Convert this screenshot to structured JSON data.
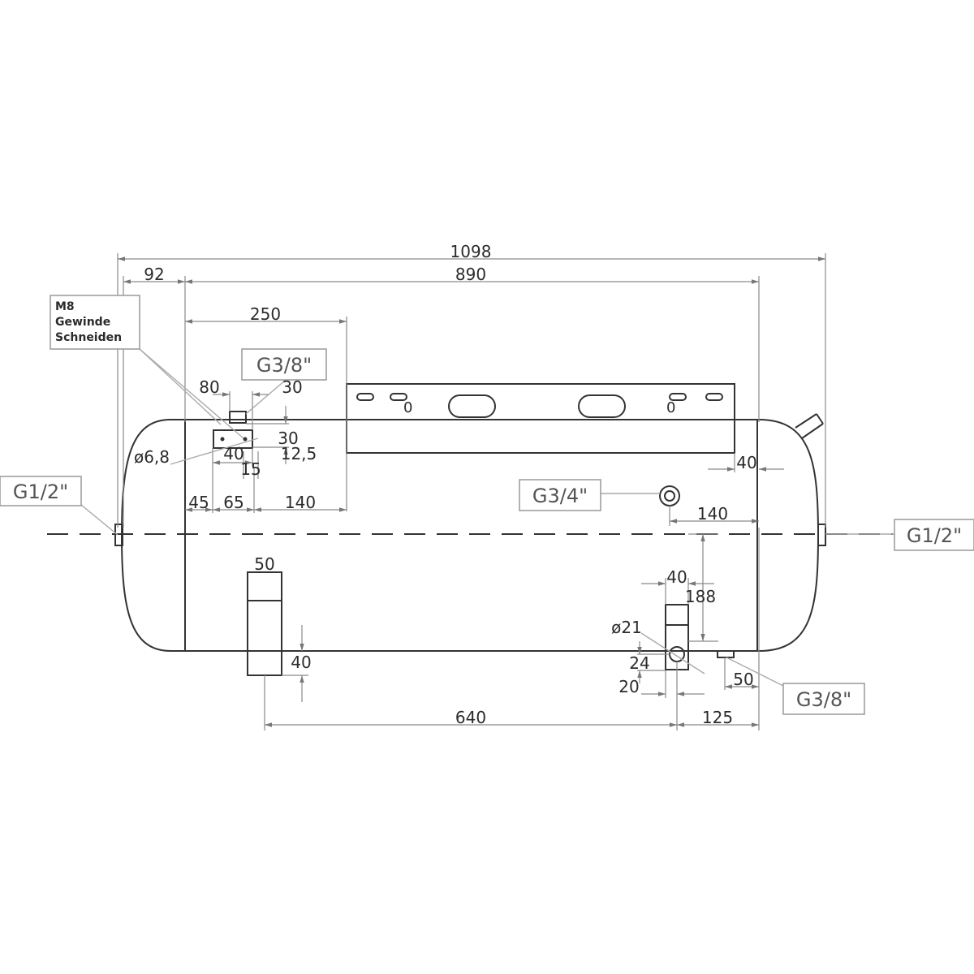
{
  "colors": {
    "line": "#333333",
    "dimension": "#8a8a8a",
    "label_text": "#555555",
    "background": "#ffffff"
  },
  "overall": {
    "length": "1098",
    "shell_length": "890",
    "end_offset": "92"
  },
  "saddle_plate": {
    "width": "250",
    "slot_label_left": "0",
    "slot_label_right": "0"
  },
  "note": {
    "line1": "M8",
    "line2": "Gewinde",
    "line3": "Schneiden"
  },
  "ports": {
    "top_left": "G3/8\"",
    "left_end": "G1/2\"",
    "right_end": "G1/2\"",
    "side": "G3/4\"",
    "bottom_right": "G3/8\""
  },
  "bracket": {
    "width": "80",
    "offset": "30",
    "height": "30",
    "hole_diameter": "ø6,8",
    "hole_spacing": "40",
    "edge": "12,5",
    "small": "15"
  },
  "lower_row": {
    "a": "45",
    "b": "65",
    "c": "140"
  },
  "right_side": {
    "plate_overhang": "40",
    "port_offset": "140"
  },
  "feet": {
    "left_width": "50",
    "left_height": "40",
    "right_width": "40",
    "right_height": "188",
    "hole_diameter": "ø21",
    "hole_height": "24",
    "hole_offset": "20",
    "drain_offset": "50",
    "spacing": "640",
    "end_distance": "125"
  }
}
